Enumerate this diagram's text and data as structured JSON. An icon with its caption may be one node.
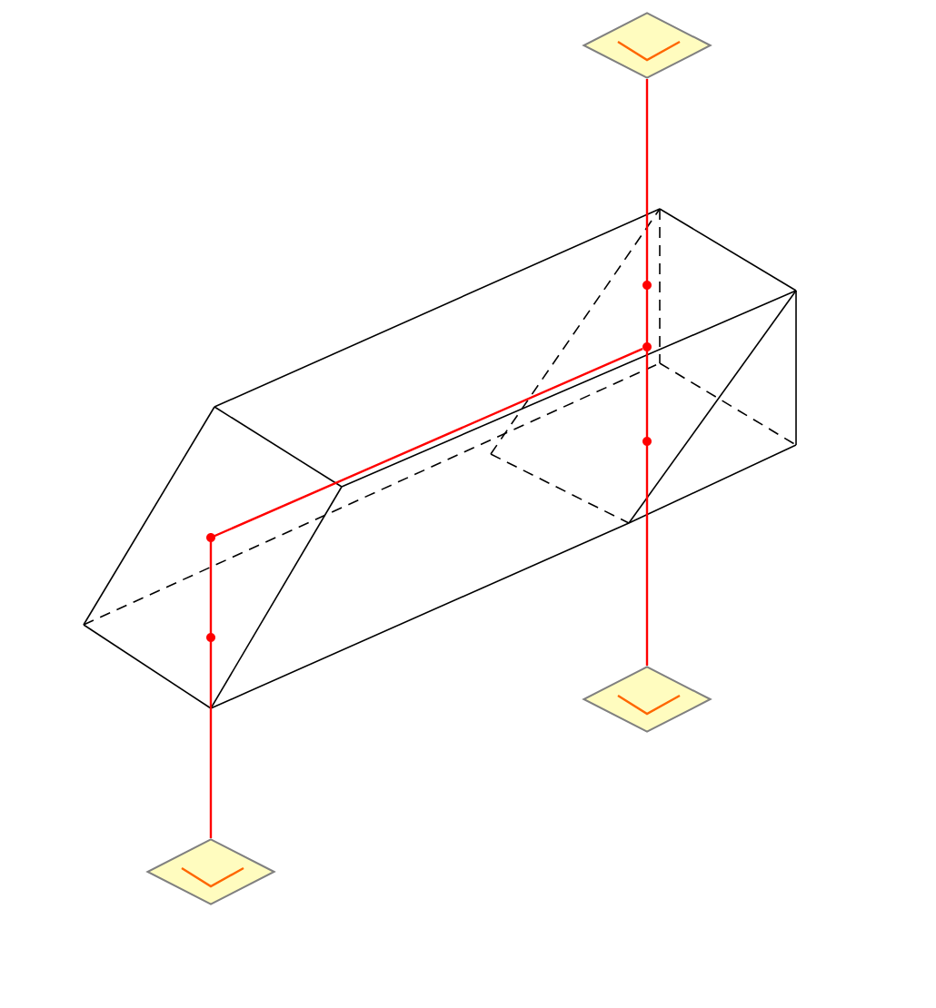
{
  "diagram": {
    "nodes": [
      {
        "text": [],
        "shape": "diamond"
      },
      {
        "text": [],
        "shape": "diamond"
      },
      {
        "text": [],
        "shape": "diamond"
      },
      {
        "text": [],
        "shape": "circle"
      }
    ],
    "edges": [
      {
        "from": 0,
        "to": 1,
        "arrow": "none",
        "color": "#ff0000"
      },
      {
        "from": 2,
        "to": 3,
        "arrow": "none",
        "color": "#ff0000"
      }
    ]
  }
}
